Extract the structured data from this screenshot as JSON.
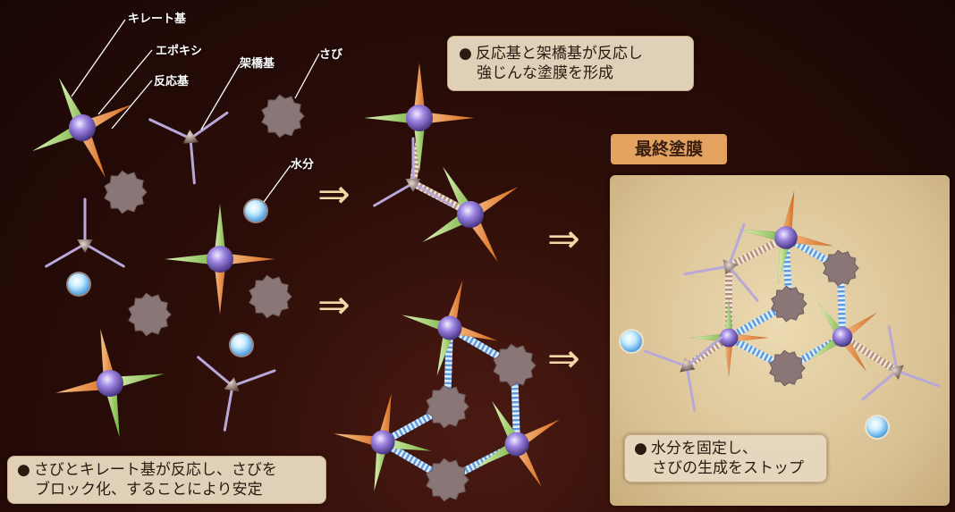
{
  "labels": {
    "chelate": "キレート基",
    "epoxy": "エポキシ",
    "reactive": "反応基",
    "crosslink": "架橋基",
    "rust": "さび",
    "water": "水分"
  },
  "notes": {
    "top_line1": "反応基と架橋基が反応し",
    "top_line2": "強じんな塗膜を形成",
    "bottom_line1": "さびとキレート基が反応し、さびを",
    "bottom_line2": "ブロック化、することにより安定",
    "final_line1": "水分を固定し、",
    "final_line2": "さびの生成をストップ"
  },
  "bullet": "●",
  "final_title": "最終塗膜",
  "arrow_symbol": "⇒",
  "colors": {
    "background": "#2c0d08",
    "panel": "#e3cfa4",
    "title_badge": "#e3a260",
    "epoxy_core": "#7b5cc8",
    "arm_orange": "#e8883a",
    "arm_green": "#9ccf5a",
    "crosslinker": "#8a7a8a",
    "rust": "#8a7878",
    "water": "#a8d8f5",
    "bond_blue": "#7fb4ea",
    "bond_tan": "#cdb6a0"
  }
}
